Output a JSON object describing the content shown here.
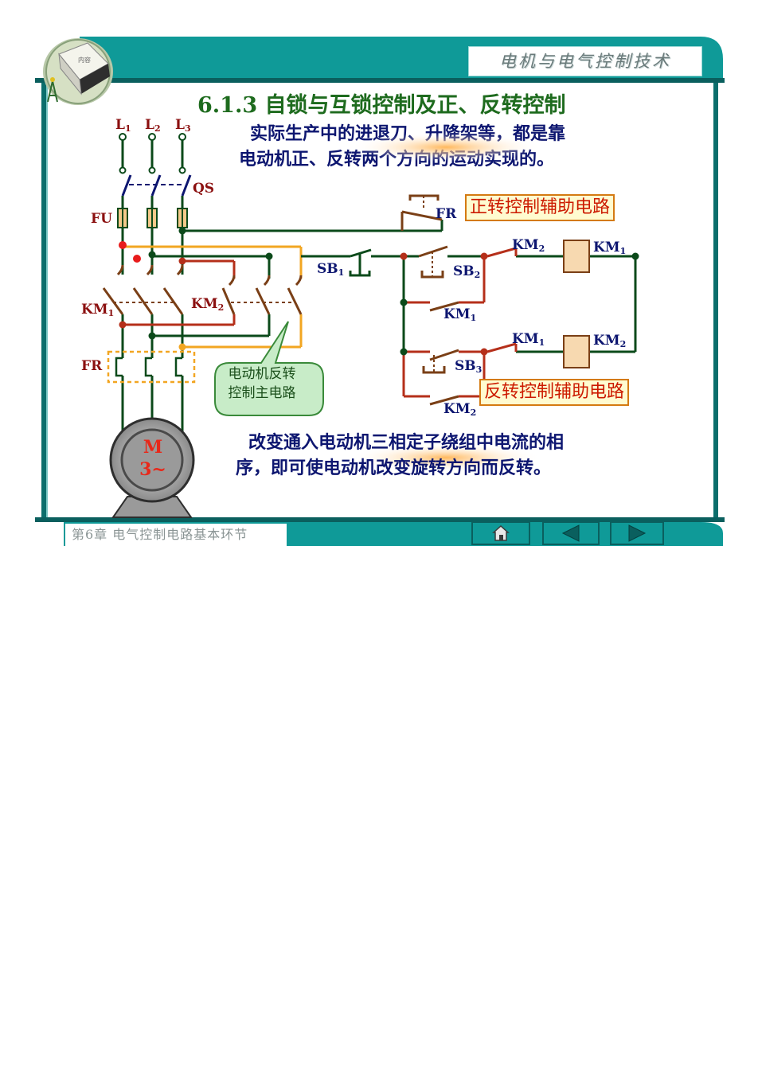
{
  "header": {
    "title": "电机与电气控制技术",
    "logo_text": "内容"
  },
  "section": {
    "title": "6.1.3  自锁与互锁控制及正、反转控制"
  },
  "intro": {
    "line1": "实际生产中的进退刀、升降架等，都是靠",
    "line2": "电动机正、反转两个方向的运动实现的。"
  },
  "conclusion": {
    "line1": "改变通入电动机三相定子绕组中电流的相",
    "line2": "序，即可使电动机改变旋转方向而反转。"
  },
  "labels": {
    "forward_circuit": "正转控制辅助电路",
    "reverse_circuit": "反转控制辅助电路",
    "main_circuit_line1": "电动机反转",
    "main_circuit_line2": "控制主电路"
  },
  "components": {
    "L1": "L",
    "L1_sub": "1",
    "L2": "L",
    "L2_sub": "2",
    "L3": "L",
    "L3_sub": "3",
    "QS": "QS",
    "FU": "FU",
    "FR_main": "FR",
    "FR_aux": "FR",
    "KM1_main": "KM",
    "KM1_main_sub": "1",
    "KM2_main": "KM",
    "KM2_main_sub": "2",
    "SB1": "SB",
    "SB1_sub": "1",
    "SB2": "SB",
    "SB2_sub": "2",
    "SB3": "SB",
    "SB3_sub": "3",
    "KM1_hold": "KM",
    "KM1_hold_sub": "1",
    "KM2_hold": "KM",
    "KM2_hold_sub": "2",
    "KM2_interlock": "KM",
    "KM2_interlock_sub": "2",
    "KM1_interlock": "KM",
    "KM1_interlock_sub": "1",
    "KM1_coil": "KM",
    "KM1_coil_sub": "1",
    "KM2_coil": "KM",
    "KM2_coil_sub": "2",
    "motor_m": "M",
    "motor_phase": "3~"
  },
  "footer": {
    "chapter": "第6章   电气控制电路基本环节"
  },
  "nav": {
    "home": "home-icon",
    "prev": "arrow-left-icon",
    "next": "arrow-right-icon"
  },
  "colors": {
    "teal": "#0f9a98",
    "wire_green": "#0b4a1a",
    "wire_orange": "#f2a622",
    "wire_red": "#b52f1a",
    "switch_brown": "#7a3f16",
    "label_red": "#8b1010",
    "label_navy": "#0d1670"
  }
}
